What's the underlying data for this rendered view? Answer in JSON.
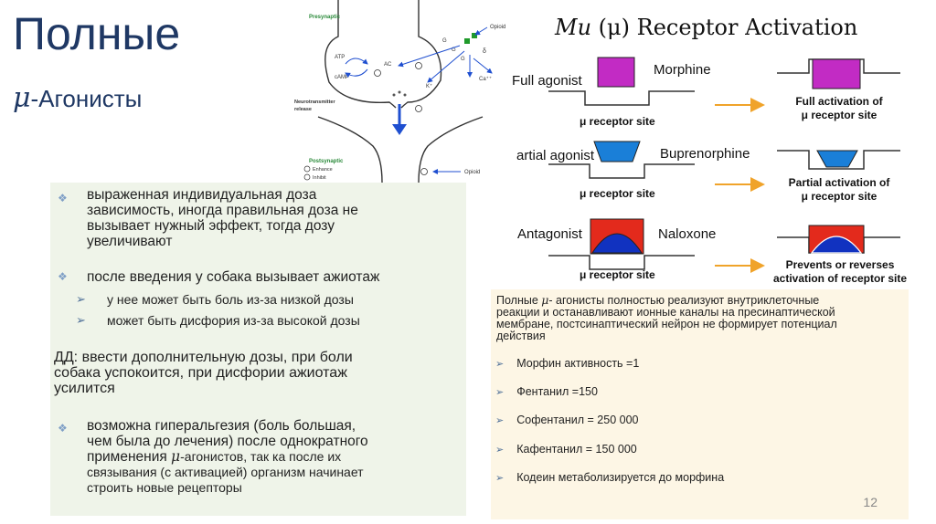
{
  "title": {
    "main": "Полные",
    "mu": "μ",
    "suffix": "-Агонисты"
  },
  "left_panel": {
    "bullet1": [
      "выраженная индивидуальная доза",
      "зависимость, иногда правильная доза не",
      "вызывает нужный эффект, тогда дозу",
      "увеличивают"
    ],
    "bullet2": "после введения у собака вызывает ажиотаж",
    "sub1": "у нее может быть боль из-за низкой дозы",
    "sub2": "может быть дисфория из-за высокой дозы",
    "dd": [
      "ДД: ввести дополнительную дозы, при боли",
      "собака успокоится, при дисфории ажиотаж",
      "усилится"
    ],
    "bullet3": {
      "lines": [
        "возможна гиперальгезия (боль большая,",
        "чем была до лечения) после однократного"
      ],
      "line3_pre": "применения ",
      "line3_mu": "μ",
      "line3_post": "-агонистов, так ка после их",
      "line4": "связывания (с активацией) организм начинает",
      "line5": "строить новые рецепторы"
    }
  },
  "right_panel": {
    "intro_pre": "Полные ",
    "intro_mu": "μ",
    "intro_lines": [
      "- агонисты полностью реализуют внутриклеточные",
      "реакции и останавливают ионные каналы на пресинаптической",
      "мембране, постсинаптический нейрон не формирует потенциал",
      "действия"
    ],
    "items": [
      "Морфин активность =1",
      "Фентанил =150",
      "Софентанил = 250 000",
      "Кафентанил = 150 000",
      "Кодеин метаболизируется до морфина"
    ],
    "page_number": "12"
  },
  "synapse": {
    "presynaptic": "Presynaptic",
    "opioid_top": "Opioid",
    "atp": "ATP",
    "ac": "AC",
    "camp": "cAMP",
    "k": "K⁺",
    "ca": "Ca⁺⁺",
    "g": "G",
    "delta": "δ",
    "nt_release_1": "Neurotransmitter",
    "nt_release_2": "release",
    "postsynaptic": "Postsynaptic",
    "enhance": "Enhance",
    "inhibit": "Inhibit",
    "opioid_bottom": "Opioid"
  },
  "receptor": {
    "title_mu_word": "Mu",
    "title_rest": "(μ) Receptor Activation",
    "full_agonist": "Full agonist",
    "morphine": "Morphine",
    "partial_agonist": "artial agonist",
    "buprenorphine": "Buprenorphine",
    "antagonist": "Antagonist",
    "naloxone": "Naloxone",
    "receptor_site": "μ receptor site",
    "result_full": [
      "Full activation of",
      "μ receptor site"
    ],
    "result_partial": [
      "Partial activation of",
      "μ receptor site"
    ],
    "result_antag": [
      "Prevents or reverses",
      "activation of receptor site"
    ],
    "colors": {
      "magenta": "#c22bc4",
      "blue": "#1a7fd8",
      "red": "#e32a1c",
      "dark_blue": "#1132c0",
      "arrow": "#f0a32a",
      "title_blue": "#1f3864"
    }
  }
}
